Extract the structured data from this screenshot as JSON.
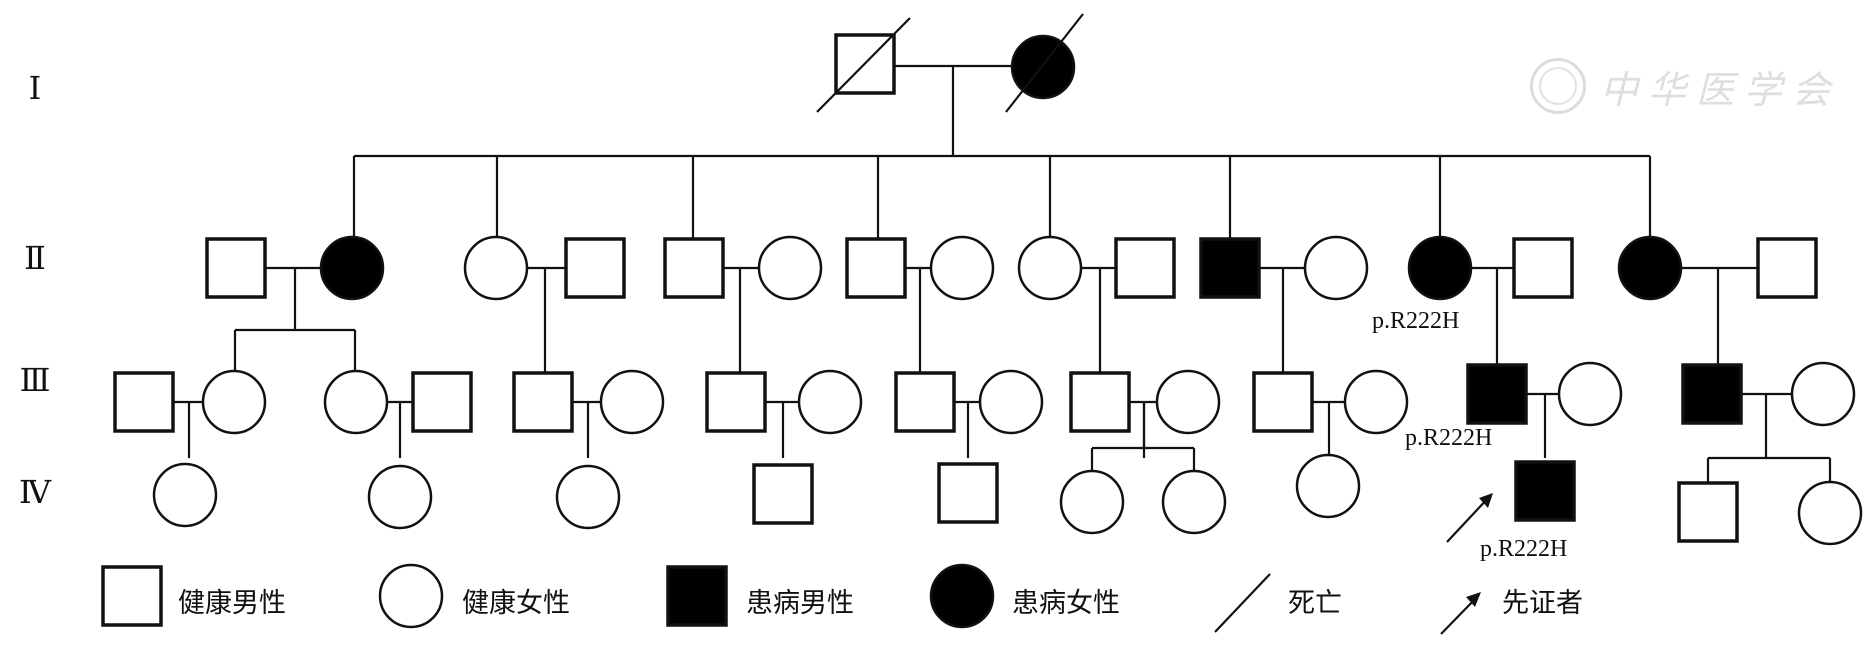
{
  "generations": [
    "Ⅰ",
    "Ⅱ",
    "Ⅲ",
    "Ⅳ"
  ],
  "mutation_labels": {
    "ii_affected_female": "p.R222H",
    "iii_affected_male": "p.R222H",
    "iv_proband": "p.R222H"
  },
  "legend": {
    "healthy_male": "健康男性",
    "healthy_female": "健康女性",
    "affected_male": "患病男性",
    "affected_female": "患病女性",
    "deceased": "死亡",
    "proband": "先证者"
  },
  "watermark": "中华医学会",
  "colors": {
    "line": "#111111",
    "affected": "#000000",
    "healthy": "#ffffff"
  }
}
